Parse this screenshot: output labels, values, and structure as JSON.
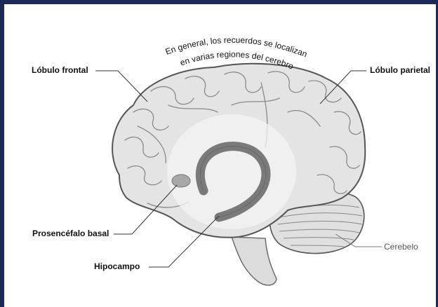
{
  "caption": {
    "line1": "En general, los recuerdos se localizan",
    "line2": "en varias regiones del cerebro"
  },
  "labels": {
    "frontal": "Lóbulo frontal",
    "parietal": "Lóbulo parietal",
    "basal": "Prosencéfalo basal",
    "hipocampo": "Hipocampo",
    "cerebelo": "Cerebelo"
  },
  "colors": {
    "frame": "#1b2a57",
    "brain_fill": "#e4e4e4",
    "brain_outline": "#555555",
    "hippocampus": "#7a7a7a",
    "highlight": "#f2f2f2"
  }
}
